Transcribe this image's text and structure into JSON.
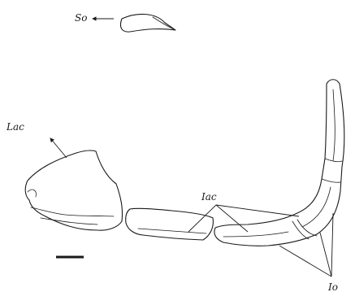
{
  "labels": {
    "so": "So",
    "lac": "Lac",
    "iac": "Iac",
    "io": "Io"
  },
  "colors": {
    "ink": "#1a1a1a",
    "background": "#ffffff"
  }
}
